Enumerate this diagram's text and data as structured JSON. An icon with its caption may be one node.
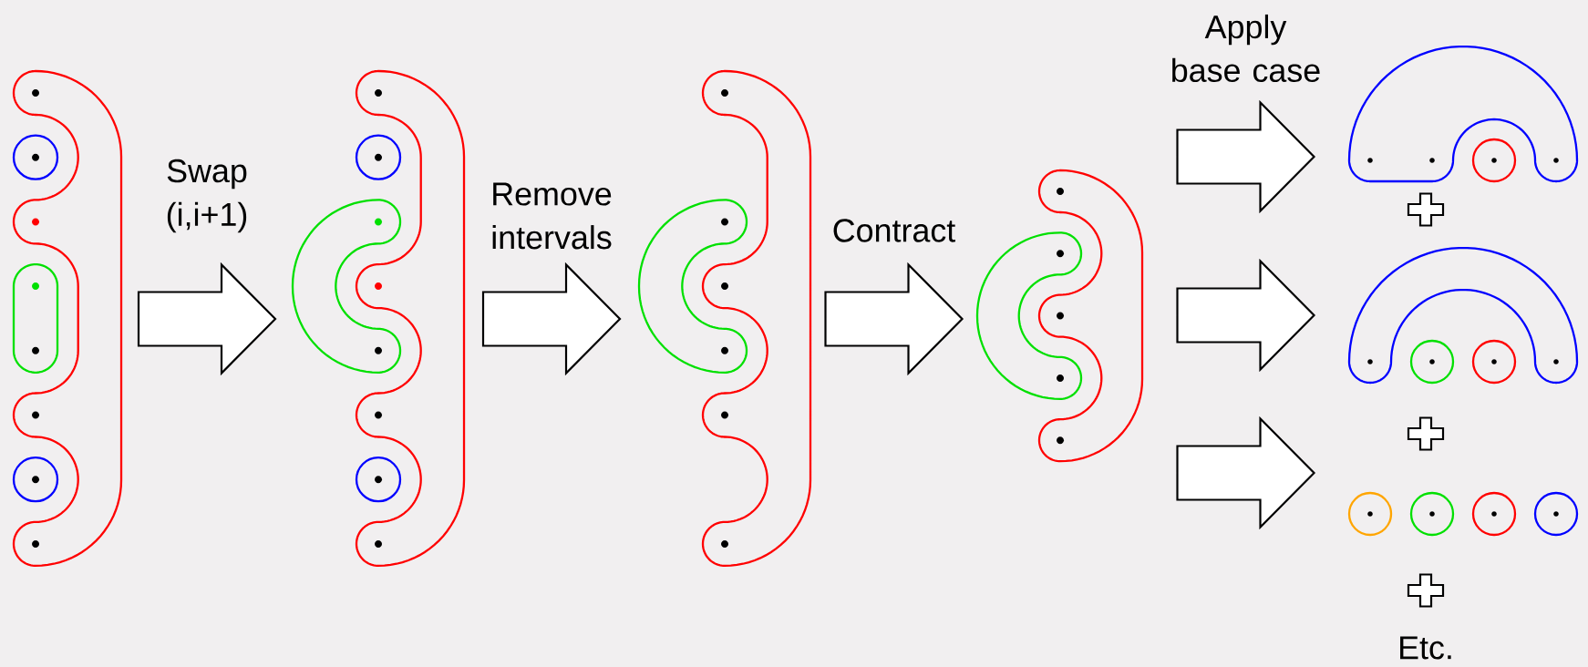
{
  "diagram": {
    "nodes": [
      {
        "text": [],
        "shape": "picture"
      },
      {
        "text": [],
        "shape": "picture"
      },
      {
        "text": [],
        "shape": "picture"
      },
      {
        "text": [],
        "shape": "picture"
      },
      {
        "text": [],
        "shape": "picture"
      },
      {
        "text": [],
        "shape": "picture"
      },
      {
        "text": [],
        "shape": "picture"
      }
    ],
    "edges": [
      {
        "from": 0,
        "to": 1,
        "arrow": "to",
        "label": "Swap (i,i+1)"
      },
      {
        "from": 1,
        "to": 2,
        "arrow": "to",
        "label": "Remove intervals"
      },
      {
        "from": 2,
        "to": 3,
        "arrow": "to",
        "label": "Contract"
      },
      {
        "from": 3,
        "to": 4,
        "arrow": "to",
        "label": "Apply base case"
      },
      {
        "from": 3,
        "to": 5,
        "arrow": "to"
      },
      {
        "from": 3,
        "to": 6,
        "arrow": "to"
      }
    ],
    "labels": [
      "Etc."
    ]
  }
}
